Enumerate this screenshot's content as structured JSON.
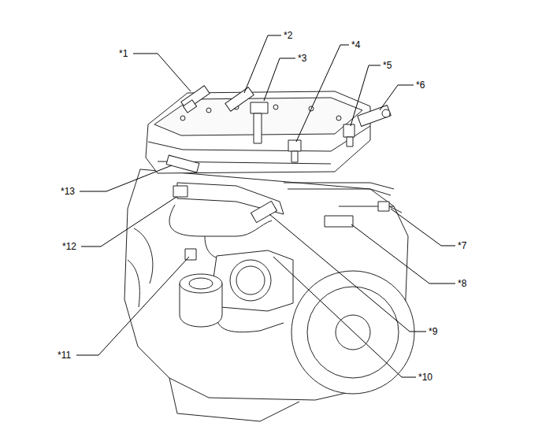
{
  "diagram": {
    "labels": [
      "*1",
      "*2",
      "*3",
      "*4",
      "*5",
      "*6",
      "*7",
      "*8",
      "*9",
      "*10",
      "*11",
      "*12",
      "*13"
    ]
  }
}
